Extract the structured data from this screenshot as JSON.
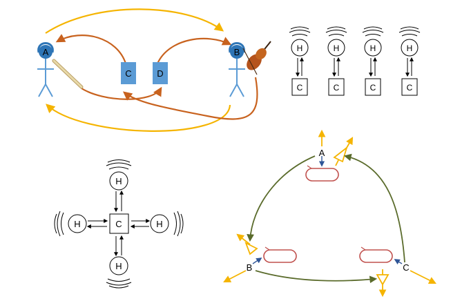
{
  "colors": {
    "yellow": "#f5b400",
    "orange": "#c8621e",
    "blue_figure": "#5b9bd5",
    "blue_box": "#5b9bd5",
    "green": "#5a6b2b",
    "red_loop": "#c0504d",
    "dark_blue": "#2f5597",
    "black": "#000000"
  },
  "panel_a": {
    "person_a_label": "A",
    "person_b_label": "B",
    "box_c_label": "C",
    "box_d_label": "D",
    "flute_icon": "flute-icon",
    "violin_icon": "violin-icon",
    "headphones_icon": "headphones-icon"
  },
  "panel_b": {
    "pairs": [
      {
        "human": "H",
        "computer": "C"
      },
      {
        "human": "H",
        "computer": "C"
      },
      {
        "human": "H",
        "computer": "C"
      },
      {
        "human": "H",
        "computer": "C"
      }
    ]
  },
  "panel_c": {
    "center": "C",
    "top": "H",
    "left": "H",
    "right": "H",
    "bottom": "H"
  },
  "panel_d": {
    "node_a": "A",
    "node_b": "B",
    "node_c": "C"
  }
}
